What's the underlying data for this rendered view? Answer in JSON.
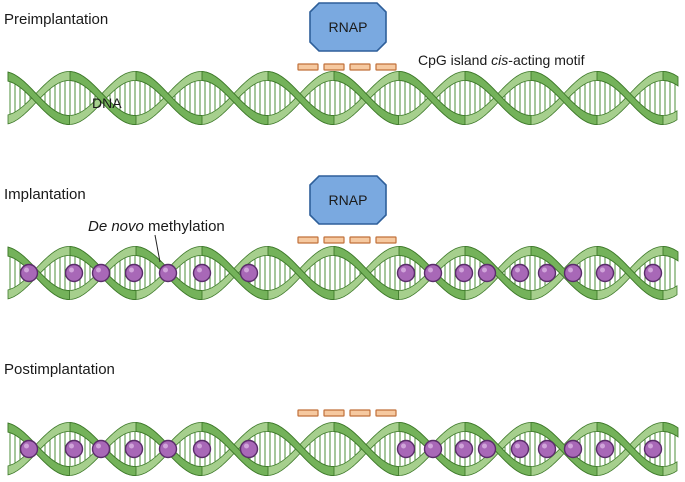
{
  "panels": [
    {
      "title": "Preimplantation",
      "has_rnap": true,
      "methylated": false,
      "rnap_label": "RNAP",
      "motif_label_pre": "CpG island ",
      "motif_label_italic": "cis",
      "motif_label_post": "-acting motif",
      "dna_label": "DNA"
    },
    {
      "title": "Implantation",
      "has_rnap": true,
      "methylated": true,
      "rnap_label": "RNAP",
      "methylation_label_italic": "De novo",
      "methylation_label_post": " methylation"
    },
    {
      "title": "Postimplantation",
      "has_rnap": false,
      "methylated": true
    }
  ],
  "colors": {
    "strand_front": "#74b25a",
    "strand_back": "#a6cf8d",
    "strand_outline": "#3f7a2b",
    "rung": "#4e8f39",
    "rnap_fill": "#7aa9e0",
    "rnap_stroke": "#2e5f9a",
    "motif_fill": "#f6c9a0",
    "motif_stroke": "#c0703a",
    "methyl_fill": "#a868b7",
    "methyl_stroke": "#5a2d6a"
  }
}
